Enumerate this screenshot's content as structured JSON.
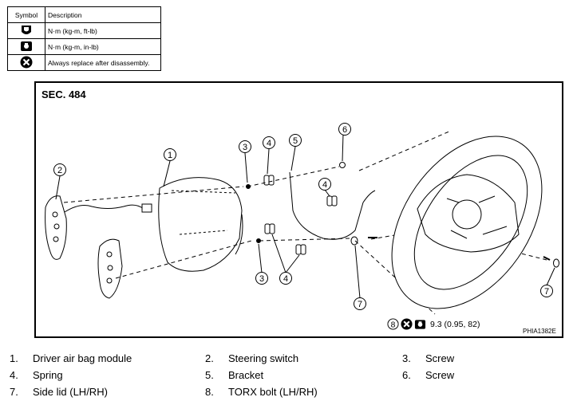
{
  "legend": {
    "header": {
      "symbol": "Symbol",
      "description": "Description"
    },
    "rows": [
      {
        "icon": "torque-ftlb-icon",
        "text": "N·m (kg-m, ft-lb)"
      },
      {
        "icon": "torque-inlb-icon",
        "text": "N·m (kg-m, in-lb)"
      },
      {
        "icon": "always-replace-icon",
        "text": "Always replace after disassembly."
      }
    ]
  },
  "diagram": {
    "section": "SEC. 484",
    "code": "PHIA1382E",
    "callouts": [
      "1",
      "2",
      "3",
      "4",
      "5",
      "6",
      "7",
      "8"
    ],
    "torque": {
      "callout": "8",
      "value": "9.3 (0.95, 82)"
    }
  },
  "parts": [
    {
      "num": "1.",
      "name": "Driver air bag module"
    },
    {
      "num": "2.",
      "name": "Steering switch"
    },
    {
      "num": "3.",
      "name": "Screw"
    },
    {
      "num": "4.",
      "name": "Spring"
    },
    {
      "num": "5.",
      "name": "Bracket"
    },
    {
      "num": "6.",
      "name": "Screw"
    },
    {
      "num": "7.",
      "name": "Side lid (LH/RH)"
    },
    {
      "num": "8.",
      "name": "TORX bolt (LH/RH)"
    }
  ]
}
